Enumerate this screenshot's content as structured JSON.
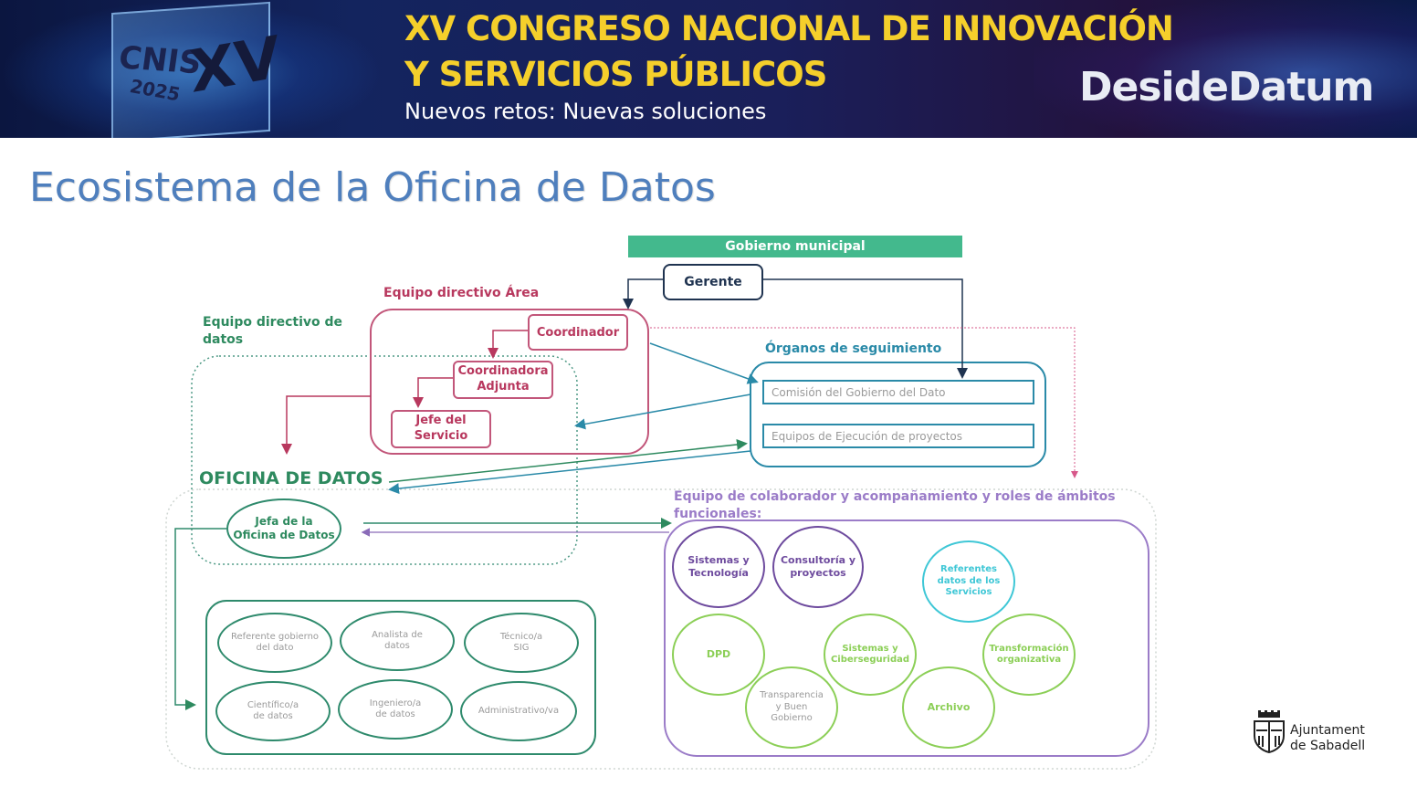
{
  "banner": {
    "logo_cnis": "CNIS",
    "logo_year": "2025",
    "logo_xv": "XV",
    "title_line1": "XV CONGRESO NACIONAL DE INNOVACIÓN",
    "title_line2": "Y SERVICIOS PÚBLICOS",
    "subtitle": "Nuevos retos: Nuevas soluciones",
    "brand": "DesideDatum"
  },
  "slide": {
    "title": "Ecosistema de la Oficina de Datos"
  },
  "diagram": {
    "gobierno": "Gobierno municipal",
    "gerente": "Gerente",
    "equipo_area_label": "Equipo directivo Área",
    "coordinador": "Coordinador",
    "coordinadora_adjunta": "Coordinadora Adjunta",
    "jefe_servicio": "Jefe del Servicio",
    "equipo_datos_label": "Equipo directivo de datos",
    "organos_label": "Órganos de seguimiento",
    "comision": "Comisión del Gobierno del Dato",
    "equipos_ejecucion": "Equipos de Ejecución de proyectos",
    "oficina_label": "OFICINA DE DATOS",
    "jefa_oficina": "Jefa de la Oficina de Datos",
    "oficina_roles": [
      "Referente gobierno del dato",
      "Analista de datos",
      "Técnico/a SIG",
      "Científico/a de datos",
      "Ingeniero/a de datos",
      "Administrativo/va"
    ],
    "colaborador_label": "Equipo de colaborador y acompañamiento y roles de ámbitos funcionales:",
    "colab_roles": {
      "sistemas_tecnologia": "Sistemas y Tecnología",
      "consultoria": "Consultoría y proyectos",
      "referentes": "Referentes datos de los Servicios",
      "dpd": "DPD",
      "ciberseguridad": "Sistemas y Ciberseguridad",
      "transformacion": "Transformación organizativa",
      "transparencia": "Transparencia y Buen Gobierno",
      "archivo": "Archivo"
    }
  },
  "footer": {
    "logo_line1": "Ajuntament",
    "logo_line2": "de Sabadell"
  },
  "colors": {
    "banner_yellow": "#f5cf2b",
    "title_blue": "#4f7fbd",
    "gobierno_green": "#43b98d",
    "navy": "#1f3350",
    "crimson": "#b8385e",
    "teal": "#2a8aa8",
    "green": "#2e8a5f",
    "purple": "#7f5aa8",
    "lime": "#8ccf57",
    "cyan": "#3fc7d6",
    "gray_text": "#9a9a9a"
  }
}
